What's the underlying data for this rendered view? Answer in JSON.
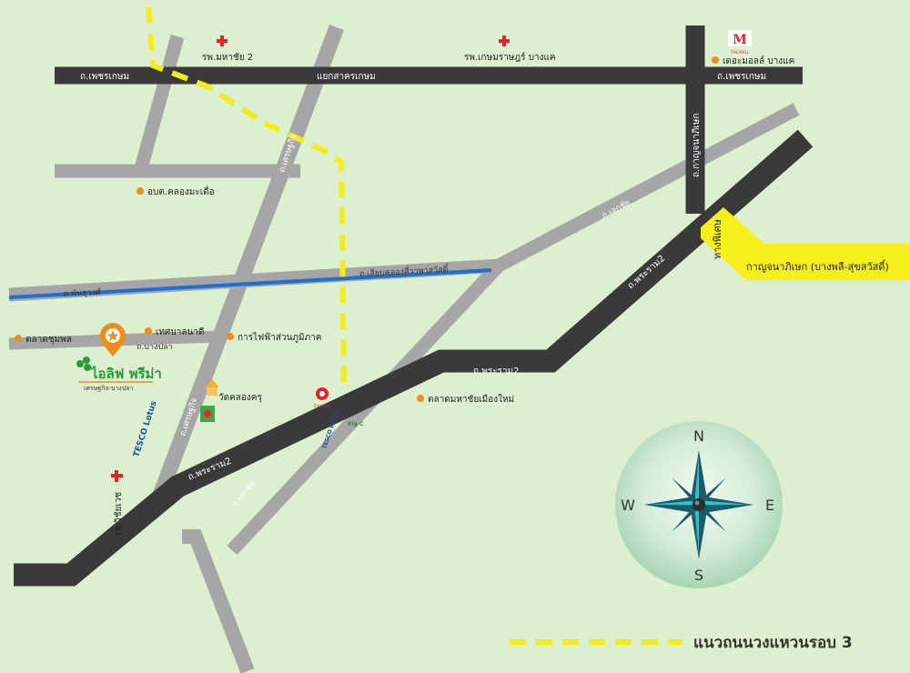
{
  "colors": {
    "background": "#dcefcf",
    "main_road": "#3a3a3a",
    "minor_road": "#a6a6a6",
    "canal": "#1e6fd0",
    "ring_road": "#f3ec1a",
    "poi_dot": "#f08c1e",
    "hospital": "#e8222c",
    "expressway": "#f6ef1b",
    "brand_green": "#2a9a3a",
    "compass_teal": "#28c6c8"
  },
  "roads": {
    "phetkasem_west": "ถ.เพชรเกษม",
    "phetkasem_east": "ถ.เพชรเกษม",
    "intersection": "แยกสาครเกษม",
    "kanchanaphisek": "ถ.กาญจนาภิเษก",
    "rama2_a": "ถ.พระราม2",
    "rama2_b": "ถ.พระราม2",
    "rama2_c": "ถ.พระราม2",
    "ekachai_a": "ถ.เอกชัย",
    "ekachai_b": "ถ.เอกชัย",
    "setthakit_a": "ถ.เศรษฐกิจ",
    "setthakit_b": "ถ.เศรษฐกิจ",
    "canal_road": "ถ.เลียบคลองสี่วาพาสวัสดิ์",
    "phan_burut": "ถ.พันธุวงศ์",
    "bang_pla": "ถ.บางปลา"
  },
  "pois": {
    "mahachai2": "รพ.มหาชัย 2",
    "kasem_bangkhae": "รพ.เกษมราษฎร์ บางแค",
    "the_mall": "เดอะมอลล์ บางแค",
    "the_mall_logo": "THE MALL",
    "khlong_maduea": "อบต.คลองมะเดื่อ",
    "talat_chumphon": "ตลาดชุมพล",
    "thetsaban": "เทศบาลนาดี",
    "pea": "การไฟฟ้าส่วนภูมิภาค",
    "wat_khlong_kru": "วัดคลองครุ",
    "wichaiyuth": "รพ.วิชัยเวช",
    "talat_mahachai": "ตลาดมหาชัยเมืองใหม่",
    "tesco_a": "TESCO Lotus",
    "tesco_b": "TESCO Lotus",
    "central": "Central",
    "big_c": "Big C"
  },
  "project": {
    "name": "ไอลิฟ พรีม่า",
    "subtitle": "เศรษฐกิจ-บางปลา"
  },
  "expressway": {
    "tag": "ทางพิเศษ",
    "name": "กาญจนาภิเษก (บางพลี-สุขสวัสดิ์)"
  },
  "compass": {
    "n": "N",
    "s": "S",
    "e": "E",
    "w": "W"
  },
  "legend": {
    "label": "แนวถนนวงแหวนรอบ 3"
  }
}
